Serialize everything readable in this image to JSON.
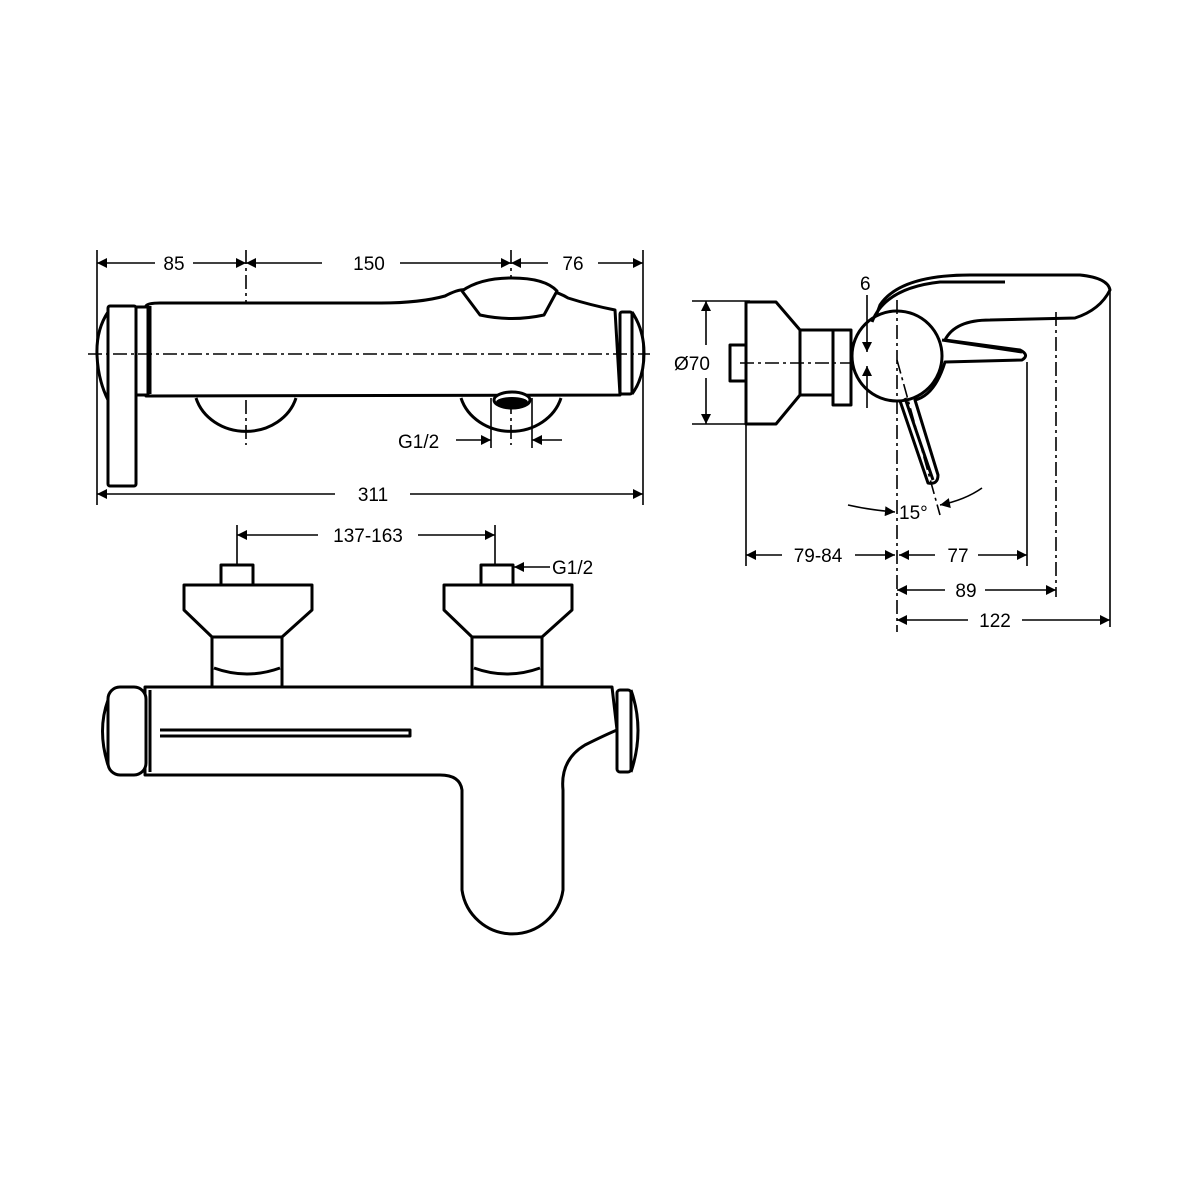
{
  "colors": {
    "line": "#000000",
    "background": "#ffffff"
  },
  "top_view": {
    "dim_left": "85",
    "dim_middle": "150",
    "dim_right": "76",
    "dim_total": "311",
    "outlet_thread": "G1/2"
  },
  "side_view": {
    "diameter": "Ø70",
    "offset": "6",
    "angle": "15°",
    "dim_wall": "79-84",
    "dim_lever": "77",
    "dim_spout": "89",
    "dim_total": "122"
  },
  "front_view": {
    "dim_centers": "137-163",
    "inlet_thread": "G1/2"
  }
}
